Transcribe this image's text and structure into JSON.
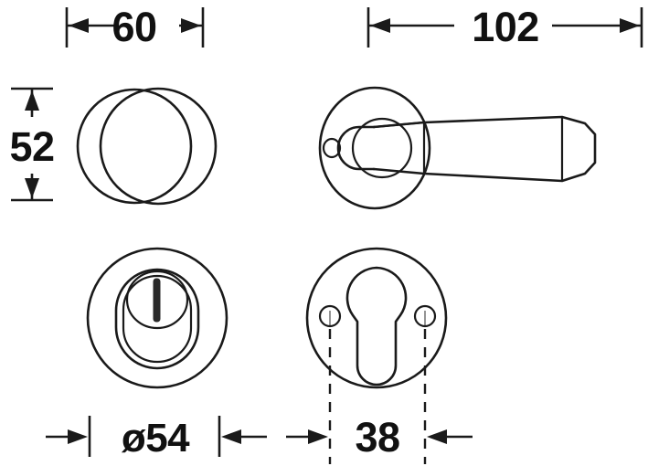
{
  "drawing": {
    "title": "Door handle and rose technical dimension drawing",
    "background_color": "#ffffff",
    "line_color": "#1a1a1a",
    "units": "mm",
    "views": [
      {
        "name": "knob-side-view",
        "label": "Knob side view with rose",
        "position": "top-left"
      },
      {
        "name": "lever-handle-side-view",
        "label": "Lever handle side view with rose",
        "position": "top-right"
      },
      {
        "name": "thumbturn-rose-face-view",
        "label": "Thumb-turn rose face view",
        "position": "bottom-left"
      },
      {
        "name": "euro-cylinder-escutcheon-face-view",
        "label": "Euro profile cylinder escutcheon face view",
        "position": "bottom-right"
      }
    ]
  },
  "dimensions": {
    "knob_projection": {
      "value": "60",
      "name": "knob-projection-dimension",
      "orientation": "horizontal",
      "position": "top-left"
    },
    "handle_length": {
      "value": "102",
      "name": "handle-length-dimension",
      "orientation": "horizontal",
      "position": "top-right"
    },
    "knob_diameter_height": {
      "value": "52",
      "name": "knob-height-dimension",
      "orientation": "vertical",
      "position": "left"
    },
    "rose_diameter": {
      "value": "ø54",
      "name": "rose-diameter-dimension",
      "orientation": "horizontal",
      "position": "bottom-left"
    },
    "screw_centres": {
      "value": "38",
      "name": "screw-centres-dimension",
      "orientation": "horizontal",
      "position": "bottom-right"
    }
  }
}
